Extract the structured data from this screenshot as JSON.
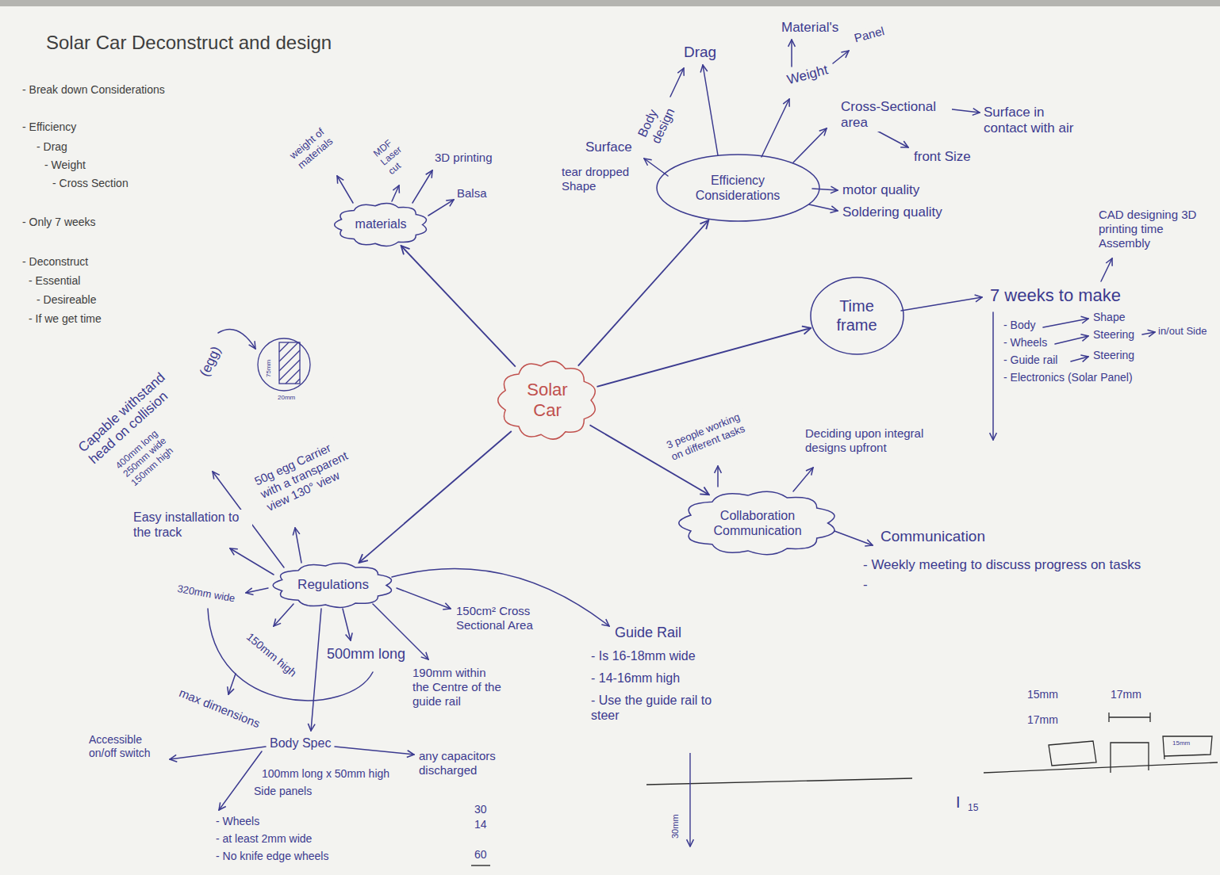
{
  "diagram": {
    "title": "Solar Car Deconstruct and design",
    "nodes": [
      {
        "text": [
          "Solar Car"
        ]
      },
      {
        "text": [
          "materials"
        ]
      },
      {
        "text": [
          "Efficiency Considerations"
        ]
      },
      {
        "text": [
          "Time frame"
        ]
      },
      {
        "text": [
          "Collaboration Communication"
        ]
      },
      {
        "text": [
          "Regulations"
        ]
      }
    ],
    "edges": [
      {
        "from": 0,
        "to": 1,
        "arrow": "to"
      },
      {
        "from": 0,
        "to": 2,
        "arrow": "to"
      },
      {
        "from": 0,
        "to": 3,
        "arrow": "to"
      },
      {
        "from": 0,
        "to": 4,
        "arrow": "to"
      },
      {
        "from": 0,
        "to": 5,
        "arrow": "to"
      }
    ],
    "labels": [
      "- Break down Considerations",
      "- Efficiency",
      "- Drag",
      "- Weight",
      "- Cross Section",
      "- Only 7 weeks",
      "- Deconstruct",
      "- Essential",
      "- Desireable",
      "- If we get time",
      "weight of materials",
      "MDF Laser cut",
      "3D printing",
      "Balsa",
      "Drag",
      "Body design",
      "Surface",
      "tear dropped Shape",
      "Material's",
      "Panel",
      "Weight",
      "Cross-Sectional area",
      "Surface in contact with air",
      "front Size",
      "motor quality",
      "Soldering quality",
      "7 weeks to make",
      "CAD designing 3D printing time Assembly",
      "- Body",
      "Shape",
      "- Wheels",
      "Steering",
      "in/out Side",
      "- Guide rail",
      "Steering",
      "- Electronics (Solar Panel)",
      "3 people working on different tasks",
      "Deciding upon integral designs upfront",
      "Communication",
      "- Weekly meeting to discuss progress on tasks",
      "-",
      "Capable withstand head on collision",
      "(egg)",
      "400mm long 250mm wide 150mm high",
      "75mm",
      "20mm",
      "50g egg Carrier with a transparent view 130° view",
      "Easy installation to the track",
      "320mm wide",
      "150mm high",
      "500mm long",
      "max dimensions",
      "150cm² Cross Sectional Area",
      "190mm within the Centre of the guide rail",
      "Guide Rail",
      "- Is 16-18mm wide",
      "- 14-16mm high",
      "- Use the guide rail to steer",
      "Body Spec",
      "Accessible on/off switch",
      "100mm long x 50mm high",
      "Side panels",
      "any capacitors discharged",
      "- Wheels",
      "- at least 2mm wide",
      "- No knife edge wheels",
      "30",
      "14",
      "60",
      "30mm",
      "I",
      "15",
      "15mm",
      "17mm",
      "17mm",
      "15mm"
    ]
  }
}
